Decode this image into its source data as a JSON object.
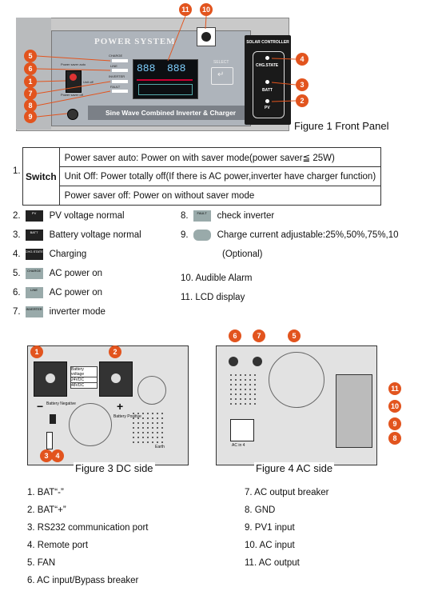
{
  "front_panel": {
    "brand": "POWER SYSTEM",
    "strip": "Sine Wave Combined Inverter & Charger",
    "solar_title": "SOLAR CONTROLLER",
    "solar_labels": [
      "CHG.STATE",
      "BATT",
      "PV"
    ],
    "lcd_digits_left": "888",
    "lcd_digits_right": "888",
    "select_label": "SELECT",
    "switch_labels": [
      "Power saver auto",
      "Unit off",
      "Power saver off"
    ],
    "led_labels": [
      "CHARGE",
      "LINE",
      "INVERTER",
      "FAULT"
    ],
    "callouts_left": [
      "5",
      "6",
      "1",
      "7",
      "8",
      "9"
    ],
    "callouts_right": [
      "4",
      "3",
      "2"
    ],
    "callouts_top": [
      "11",
      "10"
    ],
    "caption": "Figure 1 Front Panel"
  },
  "switch_table": {
    "number": "1.",
    "label": "Switch",
    "rows": [
      "Power saver auto: Power on with saver mode(power saver≦ 25W)",
      "Unit Off: Power totally off(If there is AC power,inverter have charger function)",
      "Power saver off: Power on without saver mode"
    ]
  },
  "legend_left": [
    {
      "num": "2.",
      "chip": "PV",
      "text": "PV voltage normal"
    },
    {
      "num": "3.",
      "chip": "BATT",
      "text": "Battery voltage normal"
    },
    {
      "num": "4.",
      "chip": "CHG.STATE",
      "text": "Charging"
    },
    {
      "num": "5.",
      "chip": "CHARGE",
      "text": "AC power on"
    },
    {
      "num": "6.",
      "chip": "LINE",
      "text": "AC power on"
    },
    {
      "num": "7.",
      "chip": "INVERTER",
      "text": "inverter mode"
    }
  ],
  "legend_right": [
    {
      "num": "8.",
      "chip": "FAULT",
      "text": "check inverter"
    },
    {
      "num": "9.",
      "chip": "",
      "text": "Charge current adjustable:25%,50%,75%,10"
    },
    {
      "num": "",
      "chip": "",
      "text": "(Optional)"
    },
    {
      "num": "",
      "chip": "",
      "text": "10. Audible Alarm"
    },
    {
      "num": "",
      "chip": "",
      "text": "11. LCD display"
    }
  ],
  "dc_side": {
    "caption": "Figure 3 DC side",
    "callouts": [
      "1",
      "2",
      "3",
      "4"
    ],
    "battery_voltage_title": "Battery voltage",
    "battery_voltage_values": [
      "24VDC",
      "48VDC"
    ],
    "labels": [
      "Battery Negative",
      "Battery Positive",
      "Earth"
    ]
  },
  "ac_side": {
    "caption": "Figure 4 AC side",
    "callouts_top": [
      "6",
      "7",
      "5"
    ],
    "callouts_right": [
      "11",
      "10",
      "9",
      "8"
    ],
    "label": "AC in 4"
  },
  "parts_left": [
    "1. BAT“-”",
    "2. BAT“+”",
    "3. RS232 communication port",
    "4. Remote port",
    "5. FAN",
    "6. AC input/Bypass breaker"
  ],
  "parts_right": [
    "7. AC output breaker",
    "8. GND",
    "9. PV1 input",
    "10. AC input",
    "11. AC output"
  ]
}
